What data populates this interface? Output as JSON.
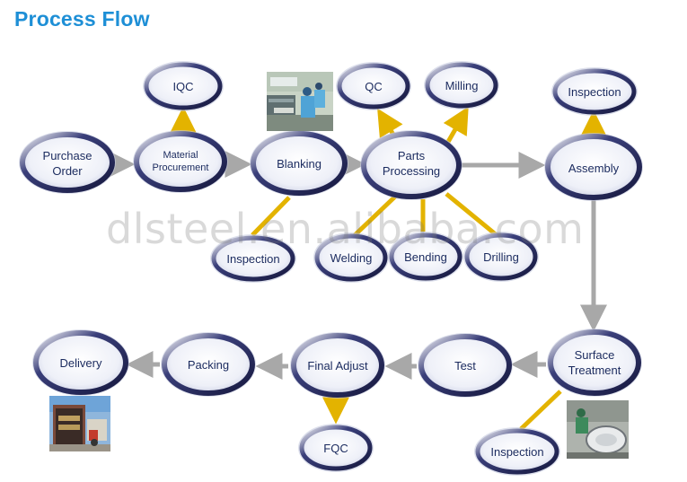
{
  "title": "Process Flow",
  "watermark": "dlsteel.en.alibaba.com",
  "colors": {
    "title": "#1e8fd6",
    "node_ring": "#23265e",
    "node_fill_center": "#ffffff",
    "node_fill_edge": "#c9cde3",
    "main_arrow": "#a8a8a8",
    "sub_link": "#e3b300",
    "label": "#1a2a5e"
  },
  "nodes": {
    "purchase_order": {
      "l1": "Purchase",
      "l2": "Order"
    },
    "material_procurement": {
      "l1": "Material",
      "l2": "Procurement"
    },
    "blanking": {
      "label": "Blanking"
    },
    "parts_processing": {
      "l1": "Parts",
      "l2": "Processing"
    },
    "assembly": {
      "label": "Assembly"
    },
    "iqc": {
      "label": "IQC"
    },
    "qc": {
      "label": "QC"
    },
    "milling": {
      "label": "Milling"
    },
    "inspection_assembly": {
      "label": "Inspection"
    },
    "inspection_blanking": {
      "label": "Inspection"
    },
    "welding": {
      "label": "Welding"
    },
    "bending": {
      "label": "Bending"
    },
    "drilling": {
      "label": "Drilling"
    },
    "surface_treatment": {
      "l1": "Surface",
      "l2": "Treatment"
    },
    "test": {
      "label": "Test"
    },
    "final_adjust": {
      "label": "Final Adjust"
    },
    "packing": {
      "label": "Packing"
    },
    "delivery": {
      "label": "Delivery"
    },
    "fqc": {
      "label": "FQC"
    },
    "inspection_surface": {
      "label": "Inspection"
    }
  }
}
